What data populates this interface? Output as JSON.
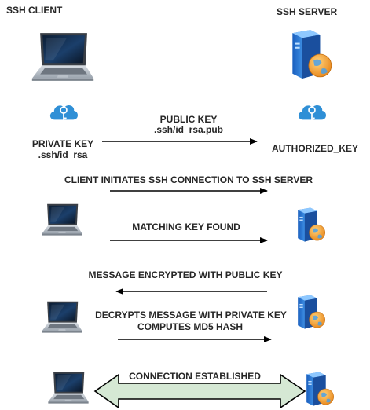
{
  "client_title": "SSH CLIENT",
  "server_title": "SSH SERVER",
  "public_key": "PUBLIC KEY",
  "public_key_path": ".ssh/id_rsa.pub",
  "private_key": "PRIVATE KEY",
  "private_key_path": ".ssh/id_rsa",
  "authorized_key": "AUTHORIZED_KEY",
  "steps": {
    "initiate": "CLIENT INITIATES SSH CONNECTION TO SSH SERVER",
    "matching": "MATCHING KEY FOUND",
    "encrypted": "MESSAGE ENCRYPTED WITH PUBLIC KEY",
    "decrypts": "DECRYPTS MESSAGE WITH PRIVATE KEY",
    "md5": "COMPUTES MD5 HASH",
    "established": "CONNECTION ESTABLISHED"
  },
  "colors": {
    "arrow": "#000000",
    "established_fill": "#d5e8d4",
    "established_stroke": "#000000",
    "key_cloud": "#2f8fd6",
    "server_blue": "#2a7ad6",
    "globe_orange": "#f4a126"
  },
  "icons": [
    "laptop-icon",
    "server-globe-icon",
    "key-cloud-icon"
  ]
}
